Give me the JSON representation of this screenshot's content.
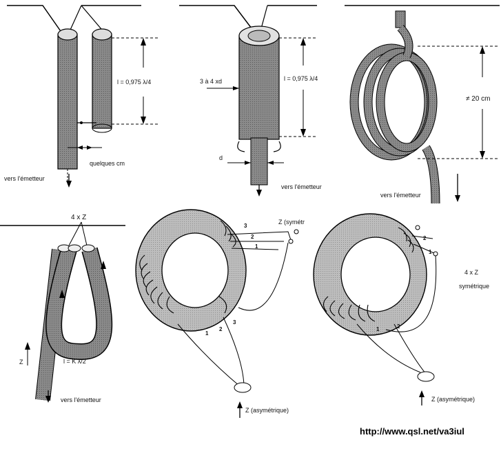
{
  "panels": {
    "p1": {
      "length_label": "l = 0,975 λ/4",
      "gap_label": "quelques cm",
      "feed_label": "vers l'émetteur"
    },
    "p2": {
      "spacing_label": "3 à 4 xd",
      "length_label": "l = 0,975 λ/4",
      "diameter_label": "d",
      "feed_label": "vers l'émetteur"
    },
    "p3": {
      "size_label": "≠ 20 cm",
      "feed_label": "vers l'émetteur"
    },
    "p4": {
      "top_label": "4 x Z",
      "length_label": "l = K λ/2",
      "z_label": "Z",
      "feed_label": "vers l'émetteur"
    },
    "p5": {
      "out_label": "Z (symétr",
      "in_label": "Z (asymétrique)",
      "winding_numbers": [
        "3",
        "2",
        "1",
        "1",
        "2",
        "3"
      ]
    },
    "p6": {
      "out_label": "4 x Z",
      "out_sub_label": "symétrique",
      "in_label": "Z (asymétrique)",
      "winding_numbers": [
        "2",
        "1",
        "1",
        "2"
      ]
    }
  },
  "footer": {
    "url": "http://www.qsl.net/va3iul"
  }
}
